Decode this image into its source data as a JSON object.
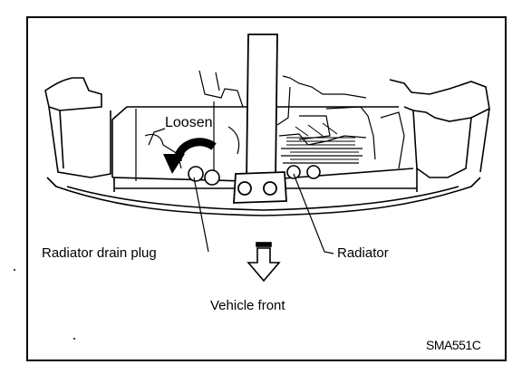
{
  "labels": {
    "loosen": "Loosen",
    "radiator_drain_plug": "Radiator drain plug",
    "radiator": "Radiator",
    "vehicle_front": "Vehicle front",
    "figure_code": "SMA551C"
  }
}
